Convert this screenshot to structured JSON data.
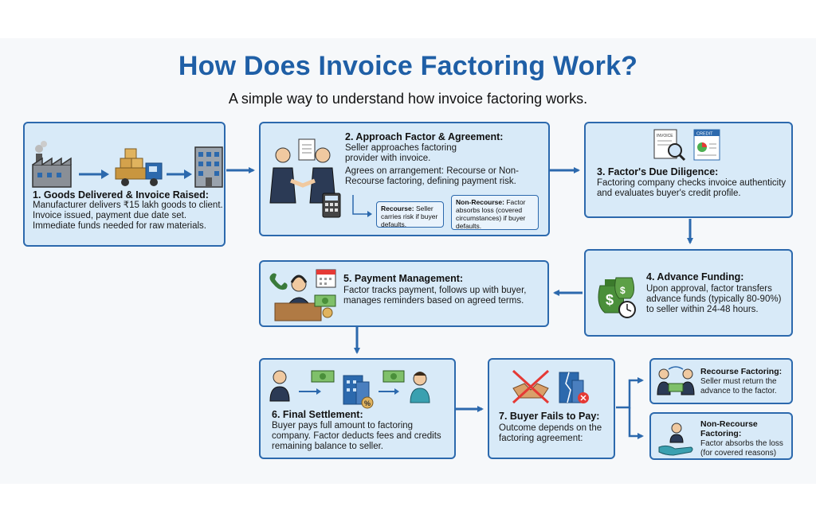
{
  "header": {
    "title": "How Does Invoice Factoring Work?",
    "subtitle": "A simple way to understand how invoice factoring works."
  },
  "step1": {
    "heading": "1. Goods Delivered & Invoice Raised:",
    "text": "Manufacturer delivers ₹15 lakh goods to client. Invoice issued, payment due date set. Immediate funds needed for raw materials."
  },
  "step2": {
    "heading": "2. Approach Factor & Agreement:",
    "text1": "Seller approaches factoring provider with invoice.",
    "text2": "Agrees on arrangement: Recourse or Non-Recourse factoring, defining payment risk.",
    "recourse_label": "Recourse:",
    "recourse_text": "Seller carries risk if buyer defaults.",
    "nonrecourse_label": "Non-Recourse:",
    "nonrecourse_text": "Factor absorbs loss (covered circumstances) if buyer defaults."
  },
  "step3": {
    "heading": "3. Factor's Due Diligence:",
    "text": "Factoring company checks invoice authenticity and evaluates buyer's credit profile.",
    "invoice_label": "INVOICE",
    "credit_label": "CREDIT"
  },
  "step4": {
    "heading": "4. Advance Funding:",
    "text": "Upon approval, factor transfers advance funds (typically 80-90%) to seller within 24-48 hours."
  },
  "step5": {
    "heading": "5. Payment Management:",
    "text": "Factor tracks payment, follows up with buyer, manages reminders based on agreed terms."
  },
  "step6": {
    "heading": "6. Final Settlement:",
    "text": "Buyer pays full amount to factoring company. Factor deducts fees and credits remaining balance to seller."
  },
  "step7": {
    "heading": "7. Buyer Fails to Pay:",
    "text": "Outcome depends on the factoring agreement:"
  },
  "outcome_recourse": {
    "heading": "Recourse Factoring:",
    "text": "Seller must return the advance to the factor."
  },
  "outcome_nonrecourse": {
    "heading": "Non-Recourse Factoring:",
    "text": "Factor absorbs the loss (for covered reasons)"
  },
  "colors": {
    "title": "#1f5fa6",
    "box_fill": "#d8eaf8",
    "box_border": "#2c69ad",
    "arrow": "#2c69ad"
  },
  "icons": [
    "factory-icon",
    "delivery-truck-icon",
    "office-building-icon",
    "handshake-icon",
    "document-icon",
    "calculator-icon",
    "invoice-magnifier-icon",
    "credit-report-icon",
    "money-bags-icon",
    "clock-icon",
    "call-center-agent-icon",
    "calendar-icon",
    "cash-icon",
    "businessman-icon",
    "buyer-icon",
    "broken-handshake-icon",
    "building-alert-icon",
    "hand-coin-icon"
  ]
}
